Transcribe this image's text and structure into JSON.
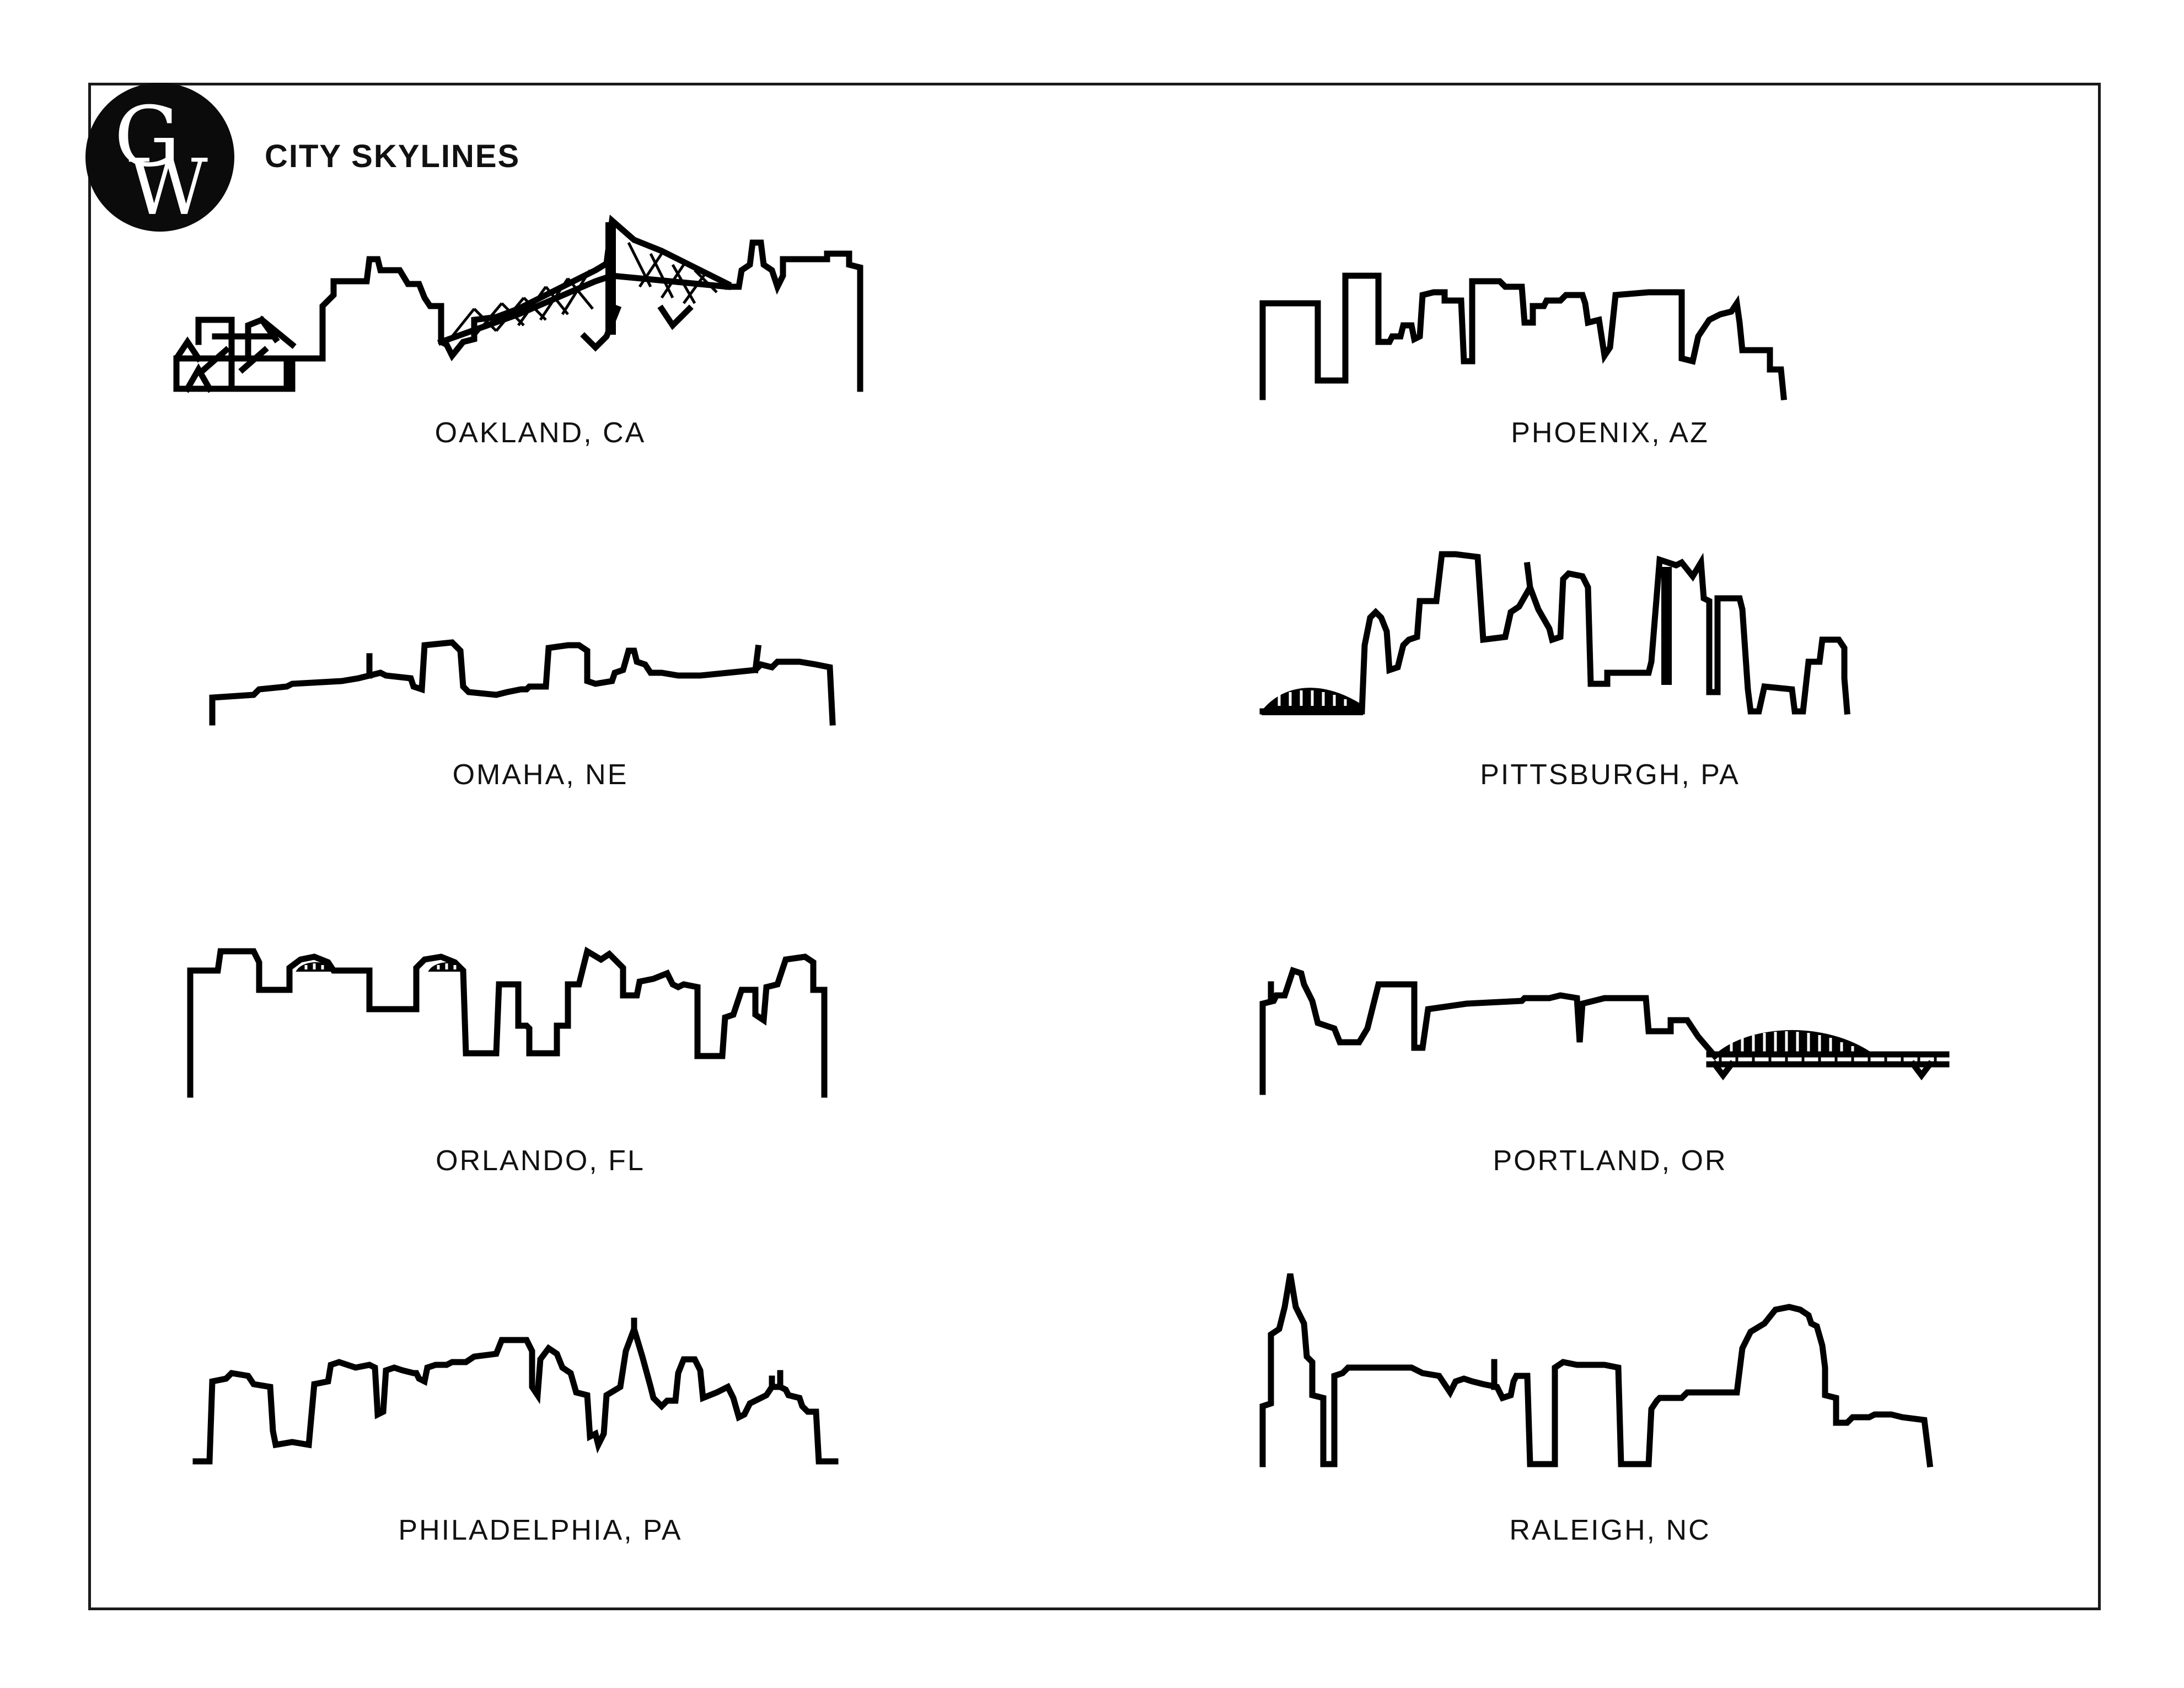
{
  "header": {
    "title": "CITY SKYLINES",
    "logo_letters": "GW"
  },
  "cities": [
    {
      "label": "OAKLAND, CA"
    },
    {
      "label": "PHOENIX, AZ"
    },
    {
      "label": "OMAHA, NE"
    },
    {
      "label": "PITTSBURGH, PA"
    },
    {
      "label": "ORLANDO, FL"
    },
    {
      "label": "PORTLAND, OR"
    },
    {
      "label": "PHILADELPHIA, PA"
    },
    {
      "label": "RALEIGH, NC"
    }
  ],
  "colors": {
    "ink": "#000000",
    "background": "#ffffff"
  }
}
